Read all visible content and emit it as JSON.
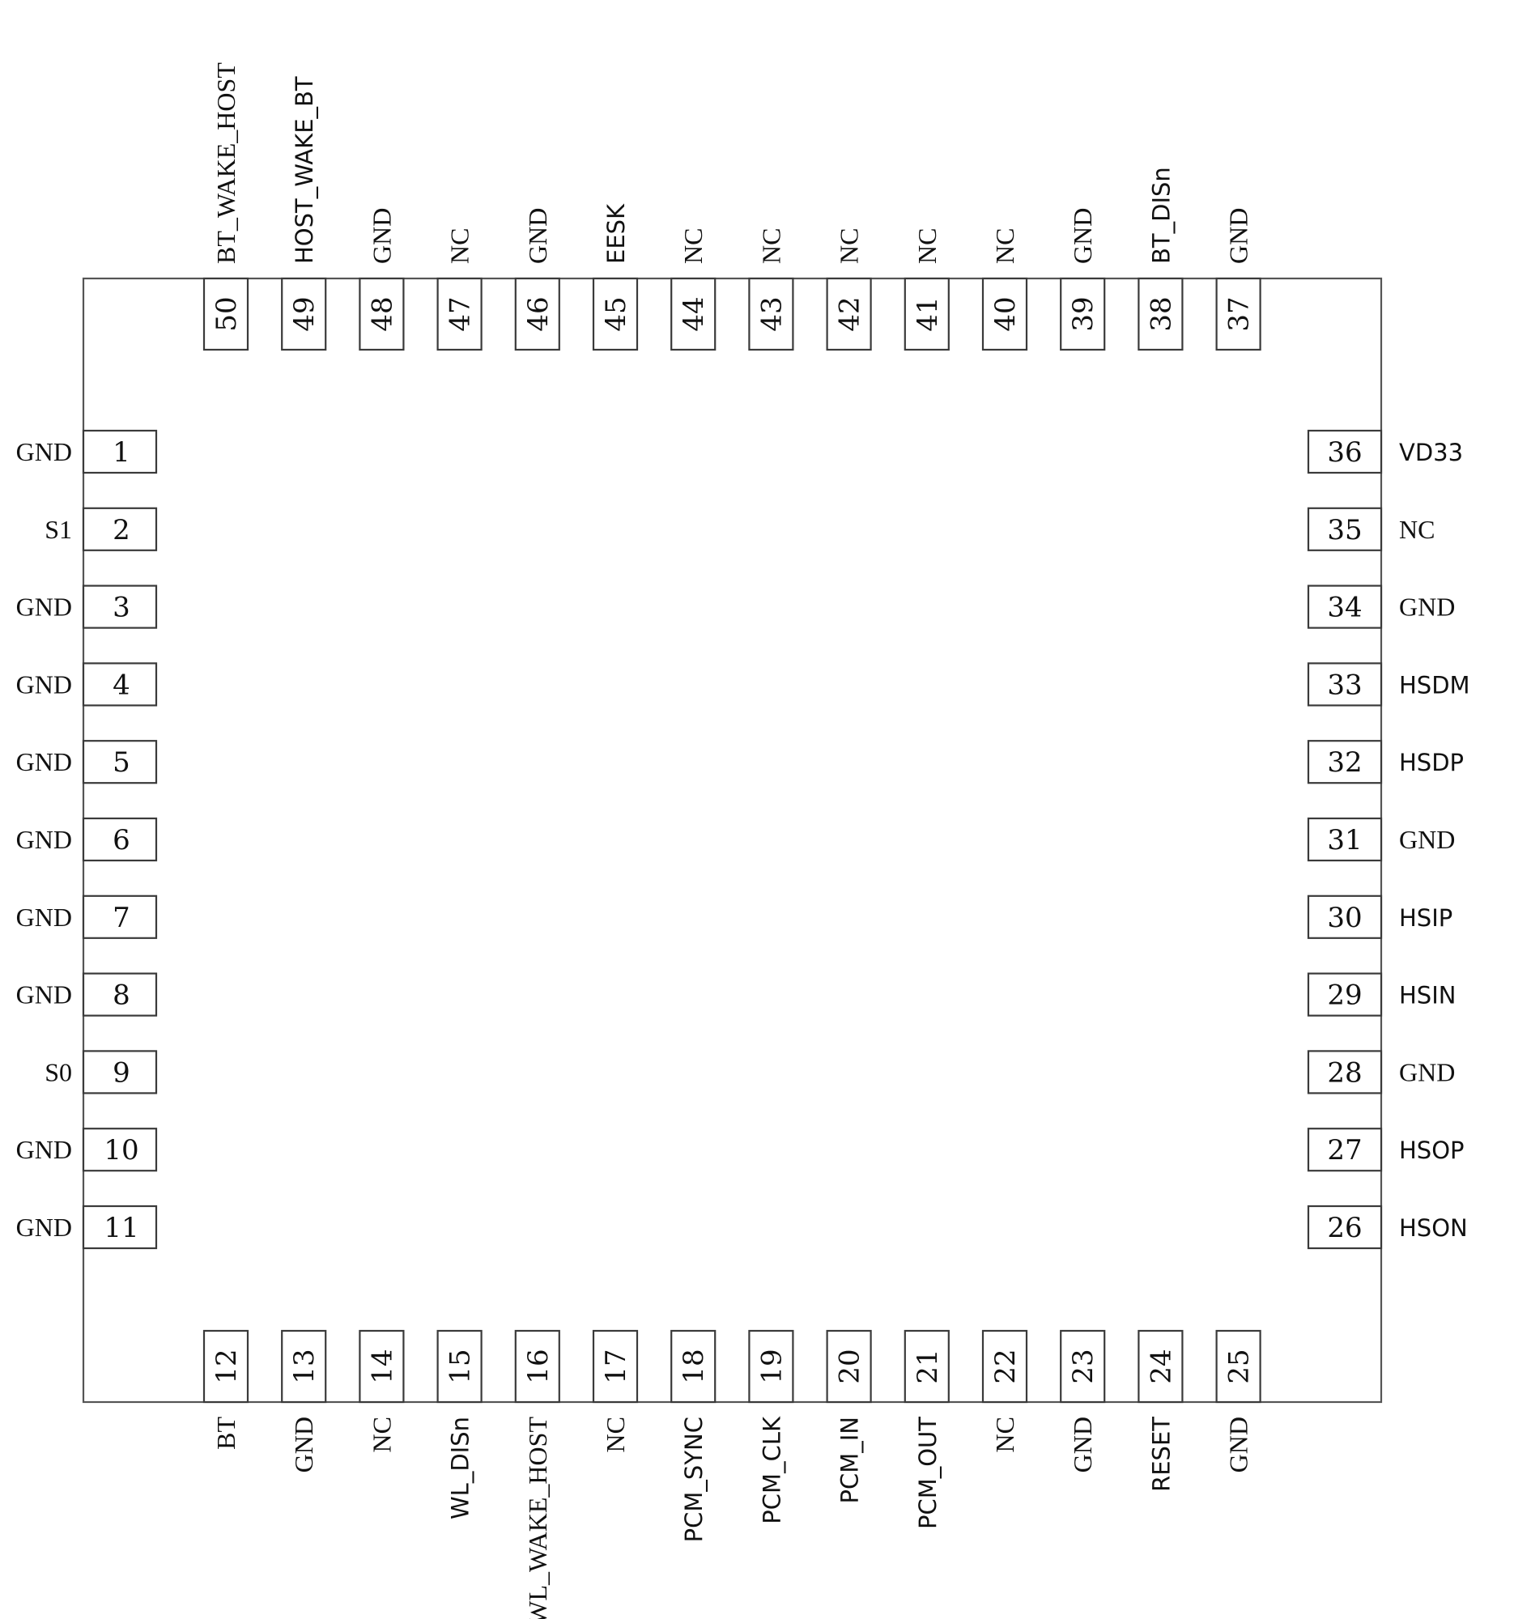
{
  "package": {
    "top_pins": [
      {
        "num": "50",
        "label": "BT_WAKE_HOST",
        "font": "serif"
      },
      {
        "num": "49",
        "label": "HOST_WAKE_BT",
        "font": "sans"
      },
      {
        "num": "48",
        "label": "GND",
        "font": "serif"
      },
      {
        "num": "47",
        "label": "NC",
        "font": "serif"
      },
      {
        "num": "46",
        "label": "GND",
        "font": "serif"
      },
      {
        "num": "45",
        "label": "EESK",
        "font": "sans"
      },
      {
        "num": "44",
        "label": "NC",
        "font": "serif"
      },
      {
        "num": "43",
        "label": "NC",
        "font": "serif"
      },
      {
        "num": "42",
        "label": "NC",
        "font": "serif"
      },
      {
        "num": "41",
        "label": "NC",
        "font": "serif"
      },
      {
        "num": "40",
        "label": "NC",
        "font": "serif"
      },
      {
        "num": "39",
        "label": "GND",
        "font": "serif"
      },
      {
        "num": "38",
        "label": "BT_DISn",
        "font": "sans"
      },
      {
        "num": "37",
        "label": "GND",
        "font": "serif"
      }
    ],
    "left_pins": [
      {
        "num": "1",
        "label": "GND",
        "font": "serif"
      },
      {
        "num": "2",
        "label": "S1",
        "font": "serif"
      },
      {
        "num": "3",
        "label": "GND",
        "font": "serif"
      },
      {
        "num": "4",
        "label": "GND",
        "font": "serif"
      },
      {
        "num": "5",
        "label": "GND",
        "font": "serif"
      },
      {
        "num": "6",
        "label": "GND",
        "font": "serif"
      },
      {
        "num": "7",
        "label": "GND",
        "font": "serif"
      },
      {
        "num": "8",
        "label": "GND",
        "font": "serif"
      },
      {
        "num": "9",
        "label": "S0",
        "font": "serif"
      },
      {
        "num": "10",
        "label": "GND",
        "font": "serif"
      },
      {
        "num": "11",
        "label": "GND",
        "font": "serif"
      }
    ],
    "right_pins": [
      {
        "num": "36",
        "label": "VD33",
        "font": "sans"
      },
      {
        "num": "35",
        "label": "NC",
        "font": "serif"
      },
      {
        "num": "34",
        "label": "GND",
        "font": "serif"
      },
      {
        "num": "33",
        "label": "HSDM",
        "font": "sans"
      },
      {
        "num": "32",
        "label": "HSDP",
        "font": "sans"
      },
      {
        "num": "31",
        "label": "GND",
        "font": "serif"
      },
      {
        "num": "30",
        "label": "HSIP",
        "font": "sans"
      },
      {
        "num": "29",
        "label": "HSIN",
        "font": "sans"
      },
      {
        "num": "28",
        "label": "GND",
        "font": "serif"
      },
      {
        "num": "27",
        "label": "HSOP",
        "font": "sans"
      },
      {
        "num": "26",
        "label": "HSON",
        "font": "sans"
      }
    ],
    "bottom_pins": [
      {
        "num": "12",
        "label": "BT",
        "font": "serif"
      },
      {
        "num": "13",
        "label": "GND",
        "font": "serif"
      },
      {
        "num": "14",
        "label": "NC",
        "font": "serif"
      },
      {
        "num": "15",
        "label": "WL_DISn",
        "font": "sans"
      },
      {
        "num": "16",
        "label": "WL_WAKE_HOST",
        "font": "serif"
      },
      {
        "num": "17",
        "label": "NC",
        "font": "serif"
      },
      {
        "num": "18",
        "label": "PCM_SYNC",
        "font": "sans"
      },
      {
        "num": "19",
        "label": "PCM_CLK",
        "font": "sans"
      },
      {
        "num": "20",
        "label": "PCM_IN",
        "font": "sans"
      },
      {
        "num": "21",
        "label": "PCM_OUT",
        "font": "sans"
      },
      {
        "num": "22",
        "label": "NC",
        "font": "serif"
      },
      {
        "num": "23",
        "label": "GND",
        "font": "serif"
      },
      {
        "num": "24",
        "label": "RESET",
        "font": "sans"
      },
      {
        "num": "25",
        "label": "GND",
        "font": "serif"
      }
    ]
  }
}
